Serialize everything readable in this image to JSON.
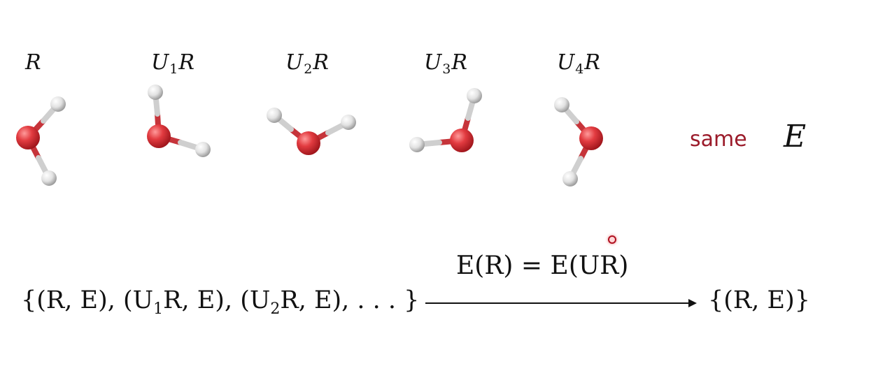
{
  "molecule_labels": [
    {
      "base": "",
      "sub": "",
      "tail": "R"
    },
    {
      "base": "U",
      "sub": "1",
      "tail": "R"
    },
    {
      "base": "U",
      "sub": "2",
      "tail": "R"
    },
    {
      "base": "U",
      "sub": "3",
      "tail": "R"
    },
    {
      "base": "U",
      "sub": "4",
      "tail": "R"
    }
  ],
  "same_text": "same",
  "same_symbol": "E",
  "invariance_equation": {
    "lhs": "E(R)",
    "eq": " = ",
    "rhs": "E(UR)"
  },
  "dataset_left": {
    "p1": "{(R, E), (U",
    "s1": "1",
    "p2": "R, E), (U",
    "s2": "2",
    "p3": "R, E), . . . }"
  },
  "dataset_right": "{(R, E)}",
  "colors": {
    "oxygen": "#d8363c",
    "hydrogen": "#ececec",
    "accent_red": "#9b1b2a",
    "text": "#111111"
  }
}
